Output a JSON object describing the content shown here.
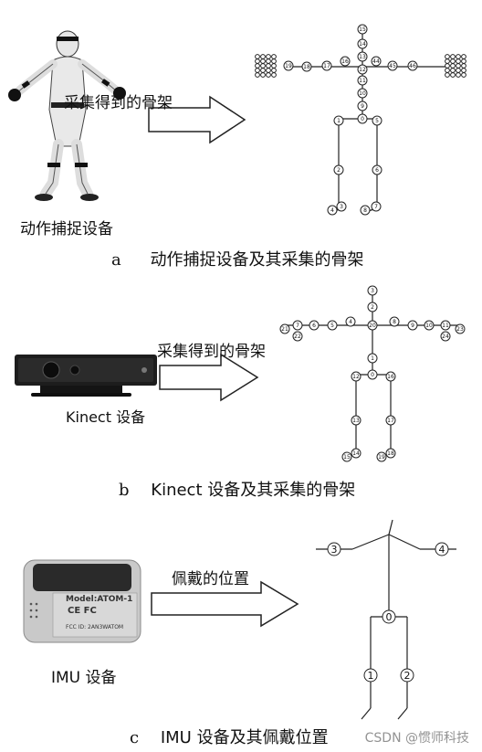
{
  "panel_a": {
    "device_label": "动作捕捉设备",
    "arrow_label": "采集得到的骨架",
    "caption_letter": "a",
    "caption_text": "动作捕捉设备及其采集的骨架",
    "joint_numbers": [
      "15",
      "14",
      "13",
      "12",
      "11",
      "10",
      "9",
      "0",
      "1",
      "2",
      "3",
      "4",
      "5",
      "6",
      "7",
      "8",
      "16",
      "17",
      "18",
      "19",
      "44",
      "45",
      "46"
    ]
  },
  "panel_b": {
    "device_label": "Kinect 设备",
    "arrow_label": "采集得到的骨架",
    "caption_letter": "b",
    "caption_text": "Kinect 设备及其采集的骨架",
    "joint_numbers": [
      "3",
      "2",
      "20",
      "1",
      "0",
      "4",
      "5",
      "6",
      "7",
      "8",
      "9",
      "10",
      "11",
      "21",
      "22",
      "23",
      "24",
      "12",
      "13",
      "14",
      "15",
      "16",
      "17",
      "18",
      "19"
    ]
  },
  "panel_c": {
    "device_label": "IMU 设备",
    "arrow_label": "佩戴的位置",
    "caption_letter": "c",
    "caption_text": "IMU 设备及其佩戴位置",
    "imu_model": "Model:ATOM-1",
    "imu_fcc": "FCC ID: 2AN3WATOM",
    "imu_ce": "CE FC",
    "sensor_numbers": [
      "0",
      "1",
      "2",
      "3",
      "4"
    ]
  },
  "watermark": "CSDN @惯师科技"
}
